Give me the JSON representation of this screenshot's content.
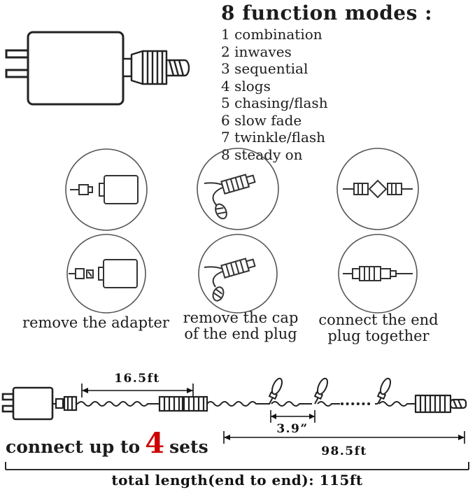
{
  "modes": {
    "title": "8 function modes :",
    "items": [
      "1 combination",
      "2 inwaves",
      "3 sequential",
      "4 slogs",
      "5 chasing/flash",
      "6 slow fade",
      "7 twinkle/flash",
      "8 steady on"
    ]
  },
  "steps": [
    {
      "caption_lines": [
        "remove the adapter"
      ]
    },
    {
      "caption_lines": [
        "remove the cap",
        "of the end plug"
      ]
    },
    {
      "caption_lines": [
        "connect the end",
        "plug together"
      ]
    }
  ],
  "diagram": {
    "lead_length": "16.5ft",
    "bulb_spacing": "3.9”",
    "string_length": "98.5ft",
    "total_length": "total length(end to end): 115ft",
    "connect": {
      "prefix": "connect up to",
      "count": "4",
      "suffix": "sets",
      "count_color": "#cc0000"
    }
  }
}
